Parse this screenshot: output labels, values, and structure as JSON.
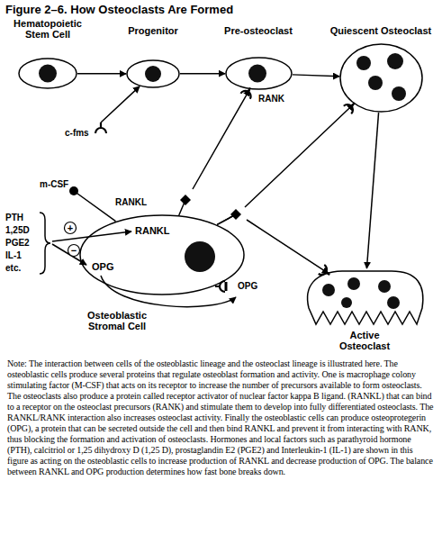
{
  "diagram": {
    "title": "Figure 2–6. How Osteoclasts Are Formed",
    "caption": "Note: The interaction between cells of the osteoblastic lineage and the osteoclast lineage is illustrated here. The osteoblastic cells produce several proteins that regulate osteoblast formation and activity. One is macrophage colony stimulating factor (M-CSF) that acts on its receptor to increase the number of precursors available to form osteoclasts. The osteoclasts also produce a protein called receptor activator of nuclear factor kappa B ligand. (RANKL) that can bind to a receptor on the osteoclast precursors (RANK) and stimulate them to develop into fully differentiated osteoclasts. The RANKL/RANK interaction also increases osteoclast activity. Finally the osteoblastic cells can produce osteoprotegerin (OPG), a protein that can be secreted outside the cell and then bind RANKL and prevent it from interacting with RANK, thus blocking the formation and activation of osteoclasts. Hormones and local factors such as parathyroid hormone (PTH), calcitriol or 1,25 dihydroxy D (1,25 D), prostaglandin E2 (PGE2) and Interleukin-1 (IL-1) are shown in this figure as acting on the osteoblastic cells to increase production of RANKL and decrease production of OPG. The balance between RANKL and OPG production determines how fast bone breaks down.",
    "nodes": [
      {
        "text": [
          "Hematopoietic Stem Cell"
        ]
      },
      {
        "text": [
          "Progenitor"
        ]
      },
      {
        "text": [
          "Pre-osteoclast"
        ]
      },
      {
        "text": [
          "Quiescent Osteoclast"
        ]
      },
      {
        "text": [
          "Osteoblastic Stromal Cell",
          "RANKL",
          "OPG"
        ]
      },
      {
        "text": [
          "Active Osteoclast"
        ]
      }
    ],
    "edges": [
      {
        "from": 0,
        "to": 1,
        "arrow": "to"
      },
      {
        "from": 1,
        "to": 2,
        "arrow": "to"
      },
      {
        "from": 2,
        "to": 3,
        "arrow": "to"
      },
      {
        "from": 3,
        "to": 5,
        "arrow": "to"
      },
      {
        "from": 4,
        "to": 1,
        "arrow": "to"
      },
      {
        "from": 4,
        "to": 2,
        "arrow": "to"
      },
      {
        "from": 4,
        "to": 3,
        "arrow": "to"
      },
      {
        "from": 4,
        "to": 5,
        "arrow": "to"
      }
    ],
    "labels": [
      "c-fms",
      "RANK",
      "m-CSF",
      "RANKL",
      "PTH",
      "1,25D",
      "PGE2",
      "IL-1",
      "etc.",
      "+",
      "−",
      "OPG"
    ]
  }
}
